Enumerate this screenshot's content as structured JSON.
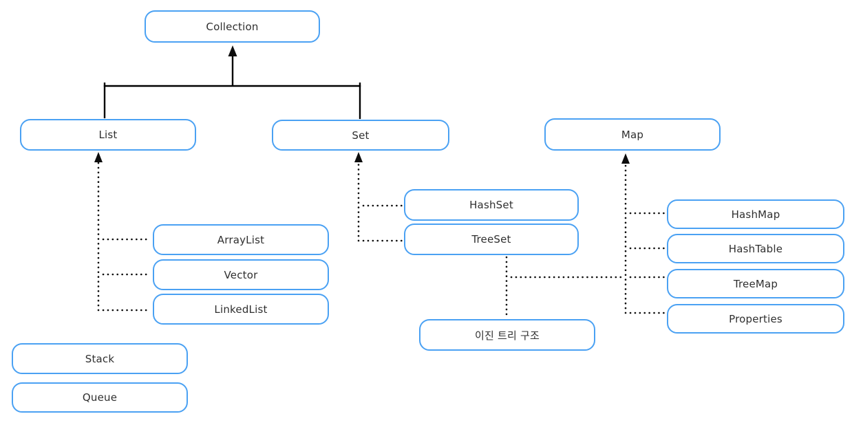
{
  "diagram_type": "class-hierarchy",
  "colors": {
    "node_border": "#4aa1f3",
    "node_fill": "#ffffff",
    "connector": "#000000",
    "text": "#2f2f2f"
  },
  "nodes": {
    "collection": {
      "label": "Collection"
    },
    "list": {
      "label": "List"
    },
    "set": {
      "label": "Set"
    },
    "map": {
      "label": "Map"
    },
    "arraylist": {
      "label": "ArrayList"
    },
    "vector": {
      "label": "Vector"
    },
    "linkedlist": {
      "label": "LinkedList"
    },
    "hashset": {
      "label": "HashSet"
    },
    "treeset": {
      "label": "TreeSet"
    },
    "binary_tree_structure": {
      "label": "이진 트리 구조"
    },
    "hashmap": {
      "label": "HashMap"
    },
    "hashtable": {
      "label": "HashTable"
    },
    "treemap": {
      "label": "TreeMap"
    },
    "properties": {
      "label": "Properties"
    },
    "stack": {
      "label": "Stack"
    },
    "queue": {
      "label": "Queue"
    }
  },
  "edges": [
    {
      "from": "List",
      "to": "Collection",
      "style": "solid",
      "arrow": true
    },
    {
      "from": "Set",
      "to": "Collection",
      "style": "solid",
      "arrow": true
    },
    {
      "from": "ArrayList",
      "to": "List",
      "style": "dotted",
      "arrow": true
    },
    {
      "from": "Vector",
      "to": "List",
      "style": "dotted",
      "arrow": true
    },
    {
      "from": "LinkedList",
      "to": "List",
      "style": "dotted",
      "arrow": true
    },
    {
      "from": "HashSet",
      "to": "Set",
      "style": "dotted",
      "arrow": true
    },
    {
      "from": "TreeSet",
      "to": "Set",
      "style": "dotted",
      "arrow": true
    },
    {
      "from": "HashMap",
      "to": "Map",
      "style": "dotted",
      "arrow": true
    },
    {
      "from": "HashTable",
      "to": "Map",
      "style": "dotted",
      "arrow": true
    },
    {
      "from": "TreeMap",
      "to": "Map",
      "style": "dotted",
      "arrow": true
    },
    {
      "from": "Properties",
      "to": "Map",
      "style": "dotted",
      "arrow": true
    },
    {
      "from": "TreeSet",
      "to": "이진 트리 구조",
      "style": "dotted",
      "arrow": false
    },
    {
      "from": "TreeMap",
      "to": "이진 트리 구조",
      "style": "dotted",
      "arrow": false
    }
  ]
}
